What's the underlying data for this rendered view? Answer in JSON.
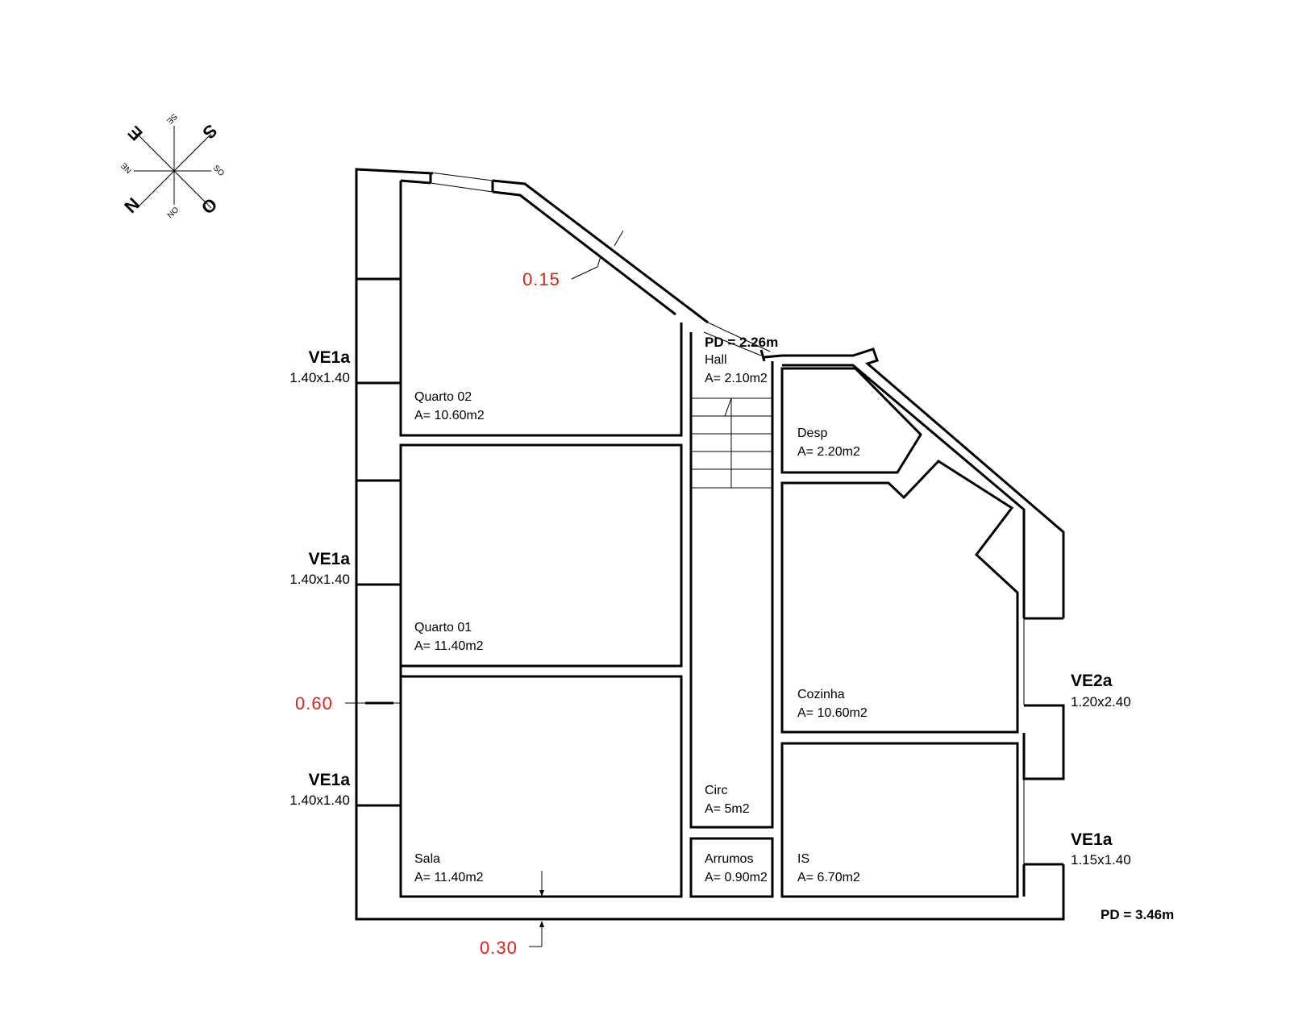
{
  "rooms": [
    {
      "id": "quarto02",
      "name": "Quarto 02",
      "area": "A= 10.60m2"
    },
    {
      "id": "quarto01",
      "name": "Quarto 01",
      "area": "A= 11.40m2"
    },
    {
      "id": "sala",
      "name": "Sala",
      "area": "A= 11.40m2"
    },
    {
      "id": "hall",
      "name": "Hall",
      "area": "A= 2.10m2"
    },
    {
      "id": "circ",
      "name": "Circ",
      "area": "A= 5m2"
    },
    {
      "id": "arrumos",
      "name": "Arrumos",
      "area": "A= 0.90m2"
    },
    {
      "id": "desp",
      "name": "Desp",
      "area": "A= 2.20m2"
    },
    {
      "id": "cozinha",
      "name": "Cozinha",
      "area": "A= 10.60m2"
    },
    {
      "id": "is",
      "name": "IS",
      "area": "A= 6.70m2"
    }
  ],
  "windows": [
    {
      "code": "VE1a",
      "size": "1.40x1.40"
    },
    {
      "code": "VE1a",
      "size": "1.40x1.40"
    },
    {
      "code": "VE1a",
      "size": "1.40x1.40"
    },
    {
      "code": "VE2a",
      "size": "1.20x2.40"
    },
    {
      "code": "VE1a",
      "size": "1.15x1.40"
    }
  ],
  "dimensions": {
    "roof_wall": "0.15",
    "exterior_wall": "0.60",
    "bottom_wall": "0.30"
  },
  "ceiling_heights": {
    "upper": "PD = 2.26m",
    "main": "PD = 3.46m"
  },
  "compass": {
    "north": "N",
    "south": "S",
    "east": "E",
    "west": "O",
    "northeast": "NE",
    "southeast": "SE",
    "southwest": "SO",
    "northwest": "NO"
  },
  "colors": {
    "dimension": "#e0201c",
    "lines": "#000000"
  }
}
